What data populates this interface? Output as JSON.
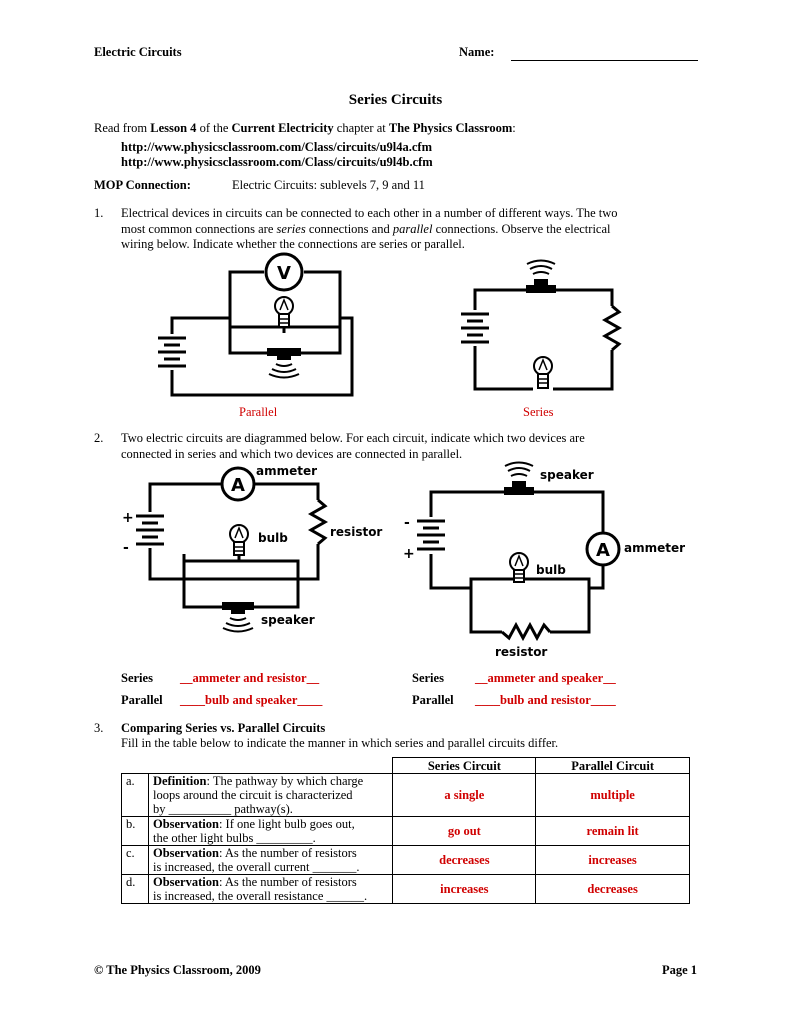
{
  "header": {
    "left": "Electric Circuits",
    "name_label": "Name:",
    "name_blank": "______________________________"
  },
  "title": "Series Circuits",
  "intro": {
    "read_from": "Read from ",
    "lesson": "Lesson 4",
    "of_the": " of the ",
    "chapter_name": "Current Electricity",
    "chapter_at": " chapter at ",
    "site": "The Physics Classroom",
    "colon": ":",
    "url1": "http://www.physicsclassroom.com/Class/circuits/u9l4a.cfm",
    "url2": "http://www.physicsclassroom.com/Class/circuits/u9l4b.cfm"
  },
  "mop": {
    "label": "MOP Connection:",
    "text": "Electric Circuits:  sublevels 7, 9 and 11"
  },
  "q1": {
    "number": "1.",
    "line1": "Electrical devices in circuits can be connected to each other in a number of different ways.  The two",
    "line2_a": "most common connections are ",
    "line2_series": "series",
    "line2_b": " connections and ",
    "line2_parallel": "parallel",
    "line2_c": " connections.  Observe the electrical",
    "line3": "wiring below.  Indicate whether the connections are series or parallel.",
    "meter_symbol": "V",
    "answer_left": "Parallel",
    "answer_right": "Series"
  },
  "q2": {
    "number": "2.",
    "line1": "Two electric circuits are diagrammed below.  For each circuit, indicate which two devices are",
    "line2": "connected in series and which two devices are connected in parallel.",
    "left_labels": {
      "ammeter": "ammeter",
      "meter_symbol": "A",
      "bulb": "bulb",
      "resistor": "resistor",
      "speaker": "speaker",
      "plus": "+",
      "minus": "-"
    },
    "right_labels": {
      "speaker": "speaker",
      "ammeter": "ammeter",
      "meter_symbol": "A",
      "bulb": "bulb",
      "resistor": "resistor",
      "plus": "+",
      "minus": "-"
    },
    "series_label": "Series",
    "parallel_label": "Parallel",
    "left_series_answer": "__ammeter and resistor__",
    "left_parallel_answer": "____bulb and speaker____",
    "right_series_answer": "__ammeter and speaker__",
    "right_parallel_answer": "____bulb and resistor____"
  },
  "q3": {
    "number": "3.",
    "title": "Comparing Series vs. Parallel Circuits",
    "instruction": "Fill in the table below to indicate the manner in which series and parallel circuits differ.",
    "col_series": "Series Circuit",
    "col_parallel": "Parallel Circuit",
    "rows": [
      {
        "letter": "a.",
        "bold": "Definition",
        "text1": ":  The pathway by which charge",
        "text2": "loops around the circuit is characterized",
        "text3": "by __________ pathway(s).",
        "series": "a single",
        "parallel": "multiple"
      },
      {
        "letter": "b.",
        "bold": "Observation",
        "text1": ":  If one light bulb goes out,",
        "text2": "the other light bulbs _________.",
        "text3": "",
        "series": "go out",
        "parallel": "remain lit"
      },
      {
        "letter": "c.",
        "bold": "Observation",
        "text1": ":  As the number of resistors",
        "text2": "is increased, the overall current _______.",
        "text3": "",
        "series": "decreases",
        "parallel": "increases"
      },
      {
        "letter": "d.",
        "bold": "Observation",
        "text1": ":  As the number of resistors",
        "text2": "is increased, the overall resistance ______.",
        "text3": "",
        "series": "increases",
        "parallel": "decreases"
      }
    ]
  },
  "footer": {
    "left": "©  The Physics Classroom, 2009",
    "right": "Page 1"
  }
}
